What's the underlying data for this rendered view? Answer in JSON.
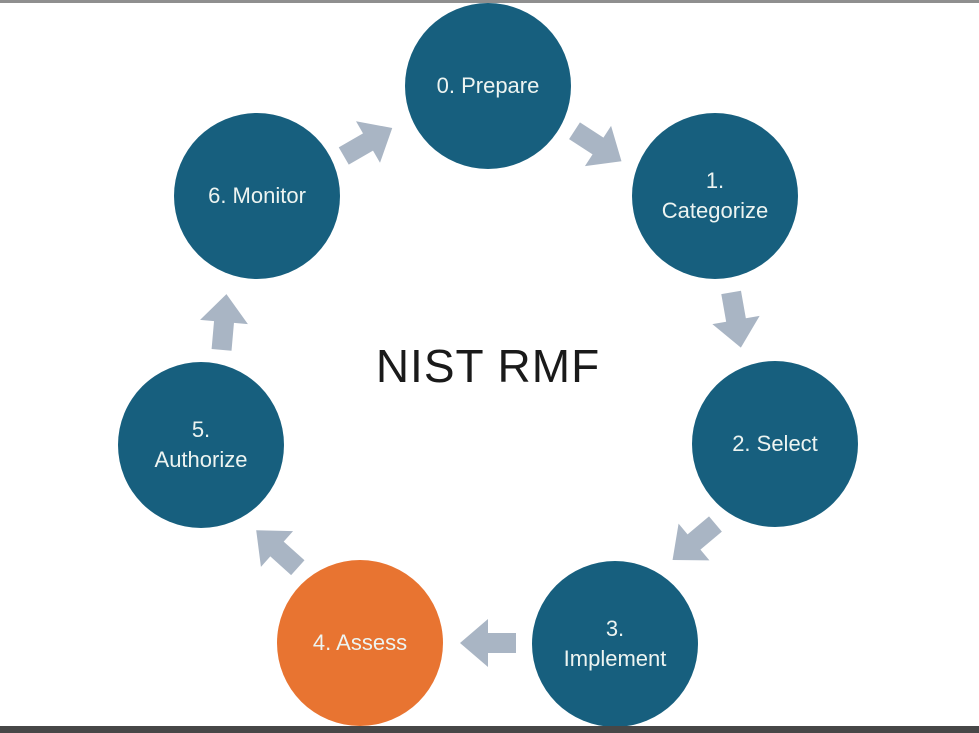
{
  "title": "NIST RMF",
  "colors": {
    "background": "#FFFFFF",
    "node_fill": "#175F7E",
    "highlight_fill": "#E87431",
    "arrow_fill": "#A9B5C4",
    "node_text": "#EDF4F1",
    "title_text": "#1A1A1A",
    "top_line": "#8F8F8F",
    "bottom_bar": "#474747"
  },
  "nodes": [
    {
      "id": "prepare",
      "line1": "0. Prepare",
      "line2": "",
      "highlighted": false
    },
    {
      "id": "categorize",
      "line1": "1.",
      "line2": "Categorize",
      "highlighted": false
    },
    {
      "id": "select",
      "line1": "2. Select",
      "line2": "",
      "highlighted": false
    },
    {
      "id": "implement",
      "line1": "3.",
      "line2": "Implement",
      "highlighted": false
    },
    {
      "id": "assess",
      "line1": "4. Assess",
      "line2": "",
      "highlighted": true
    },
    {
      "id": "authorize",
      "line1": "5.",
      "line2": "Authorize",
      "highlighted": false
    },
    {
      "id": "monitor",
      "line1": "6. Monitor",
      "line2": "",
      "highlighted": false
    }
  ],
  "arrows": [
    {
      "id": "monitor-to-prepare",
      "from": "6. Monitor",
      "to": "0. Prepare"
    },
    {
      "id": "prepare-to-categorize",
      "from": "0. Prepare",
      "to": "1. Categorize"
    },
    {
      "id": "categorize-to-select",
      "from": "1. Categorize",
      "to": "2. Select"
    },
    {
      "id": "select-to-implement",
      "from": "2. Select",
      "to": "3. Implement"
    },
    {
      "id": "implement-to-assess",
      "from": "3. Implement",
      "to": "4. Assess"
    },
    {
      "id": "assess-to-authorize",
      "from": "4. Assess",
      "to": "5. Authorize"
    },
    {
      "id": "authorize-to-monitor",
      "from": "5. Authorize",
      "to": "6. Monitor"
    }
  ]
}
